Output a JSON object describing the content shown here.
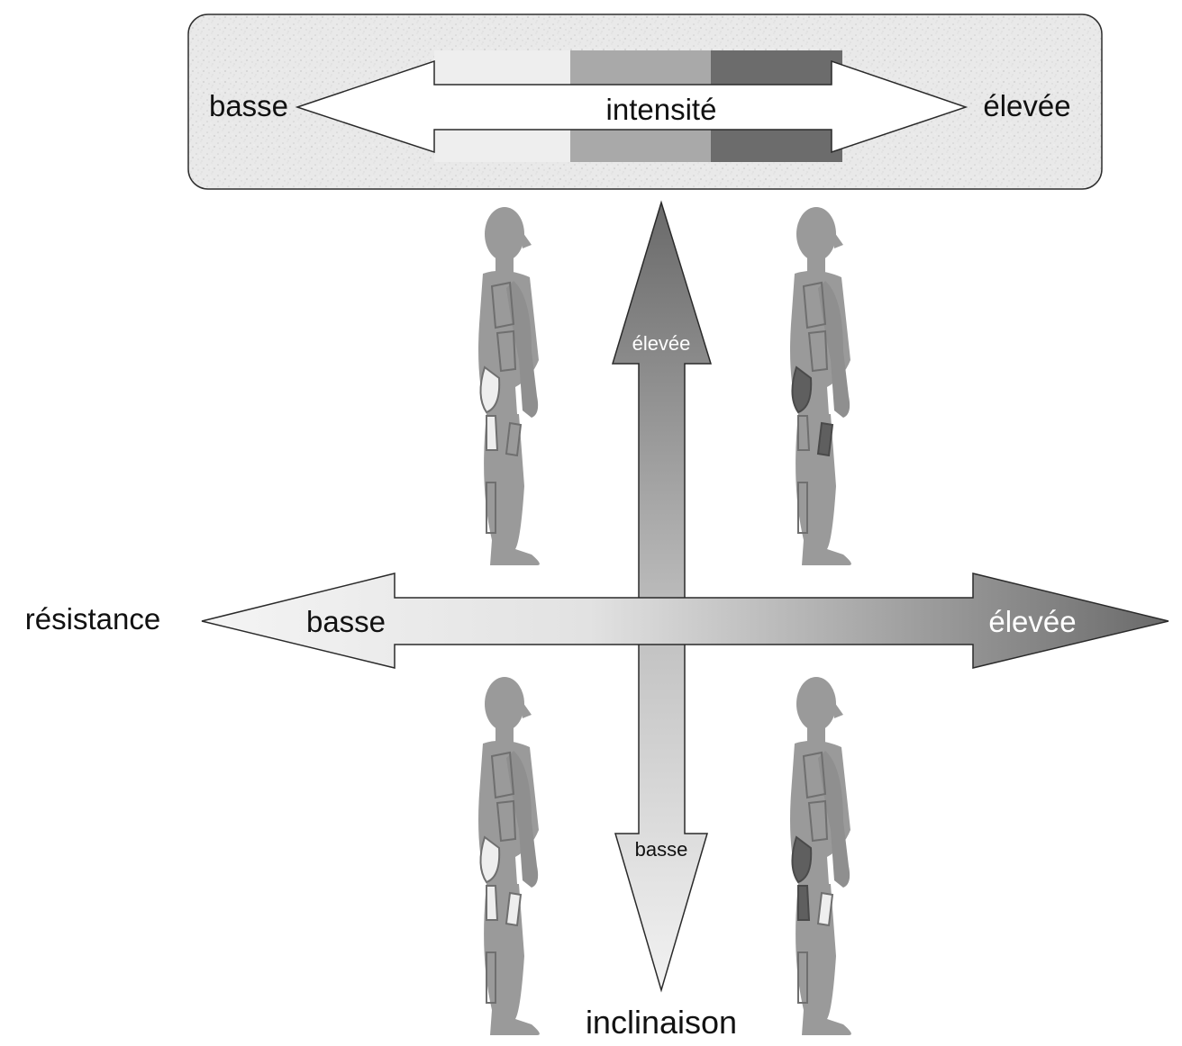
{
  "intensity_panel": {
    "left": "basse",
    "center": "intensité",
    "right": "élevée"
  },
  "resistance_axis": {
    "title": "résistance",
    "low": "basse",
    "high": "élevée"
  },
  "incline_axis": {
    "title": "inclinaison",
    "high": "élevée",
    "low": "basse"
  },
  "figures": [
    {
      "quadrant": "top-left",
      "active_muscles": "light"
    },
    {
      "quadrant": "top-right",
      "active_muscles": "dark"
    },
    {
      "quadrant": "bottom-left",
      "active_muscles": "light"
    },
    {
      "quadrant": "bottom-right",
      "active_muscles": "mixed"
    }
  ],
  "colors": {
    "light": "#eeeeee",
    "medium": "#a9a9a9",
    "dark": "#6c6c6c",
    "figure": "#9a9a9a",
    "outline": "#3a3a3a"
  }
}
